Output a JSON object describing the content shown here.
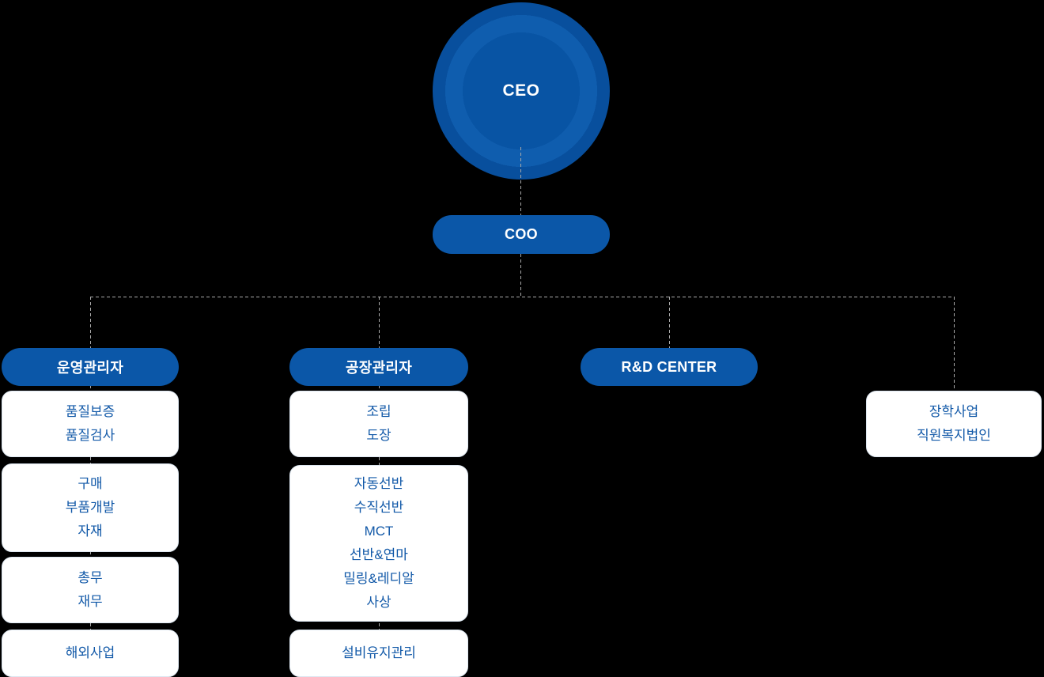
{
  "org": {
    "ceo_label": "CEO",
    "coo_label": "COO",
    "columns": [
      {
        "header": "운영관리자",
        "boxes": [
          {
            "lines": [
              "품질보증",
              "품질검사"
            ]
          },
          {
            "lines": [
              "구매",
              "부품개발",
              "자재"
            ]
          },
          {
            "lines": [
              "총무",
              "재무"
            ]
          },
          {
            "lines": [
              "해외사업"
            ]
          }
        ]
      },
      {
        "header": "공장관리자",
        "boxes": [
          {
            "lines": [
              "조립",
              "도장"
            ]
          },
          {
            "lines": [
              "자동선반",
              "수직선반",
              "MCT",
              "선반&연마",
              "밀링&레디알",
              "사상"
            ]
          },
          {
            "lines": [
              "설비유지관리"
            ]
          }
        ]
      },
      {
        "header": "R&D CENTER",
        "boxes": []
      },
      {
        "header": "",
        "boxes": [
          {
            "lines": [
              "장학사업",
              "직원복지법인"
            ]
          }
        ]
      }
    ]
  },
  "colors": {
    "background": "#000000",
    "pill_blue": "#0b57a8",
    "circle_inner": "#0854a4",
    "circle_ring": "#0f5dae",
    "circle_outer": "#084f9d",
    "box_fill": "#ffffff",
    "box_border": "#dde7f1",
    "box_text_blue": "#1259a8",
    "connector_gray": "#a9a9a9"
  }
}
